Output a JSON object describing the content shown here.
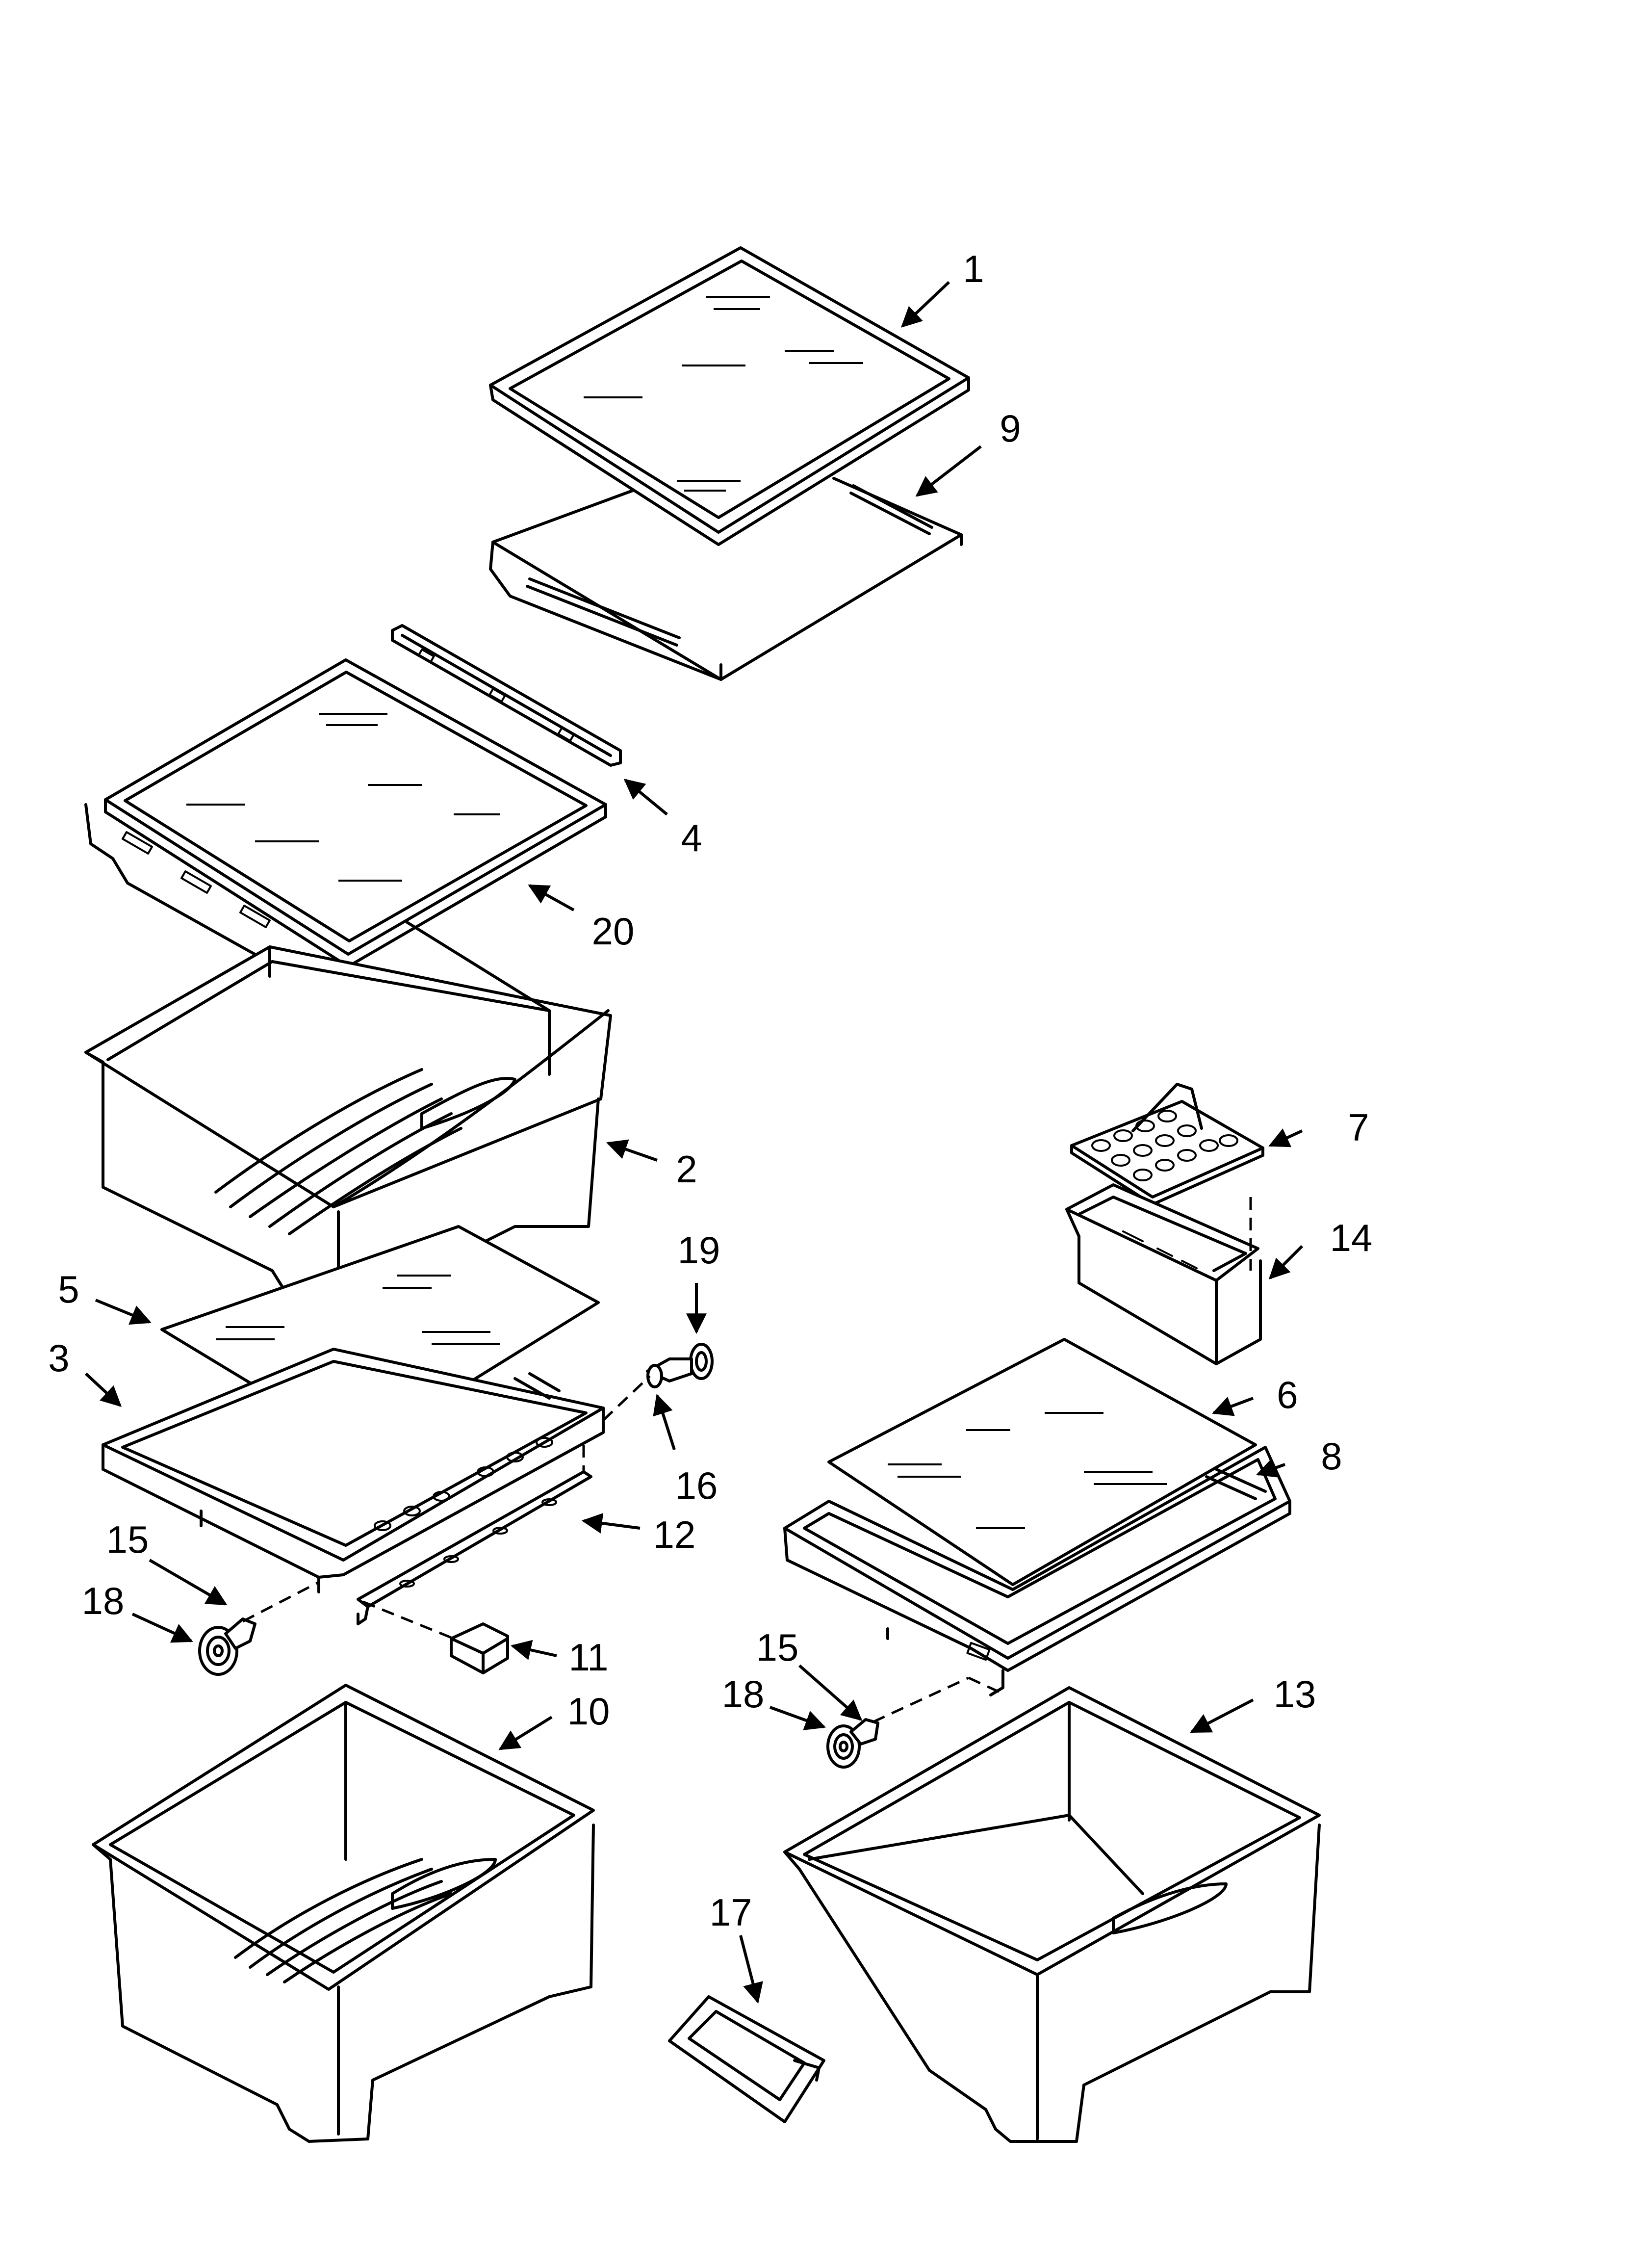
{
  "callouts": {
    "c1": "1",
    "c2": "2",
    "c3": "3",
    "c4": "4",
    "c5": "5",
    "c6": "6",
    "c7": "7",
    "c8": "8",
    "c9": "9",
    "c10": "10",
    "c11": "11",
    "c12": "12",
    "c13": "13",
    "c14": "14",
    "c15a": "15",
    "c15b": "15",
    "c16": "16",
    "c17": "17",
    "c18a": "18",
    "c18b": "18",
    "c19": "19",
    "c20": "20"
  }
}
